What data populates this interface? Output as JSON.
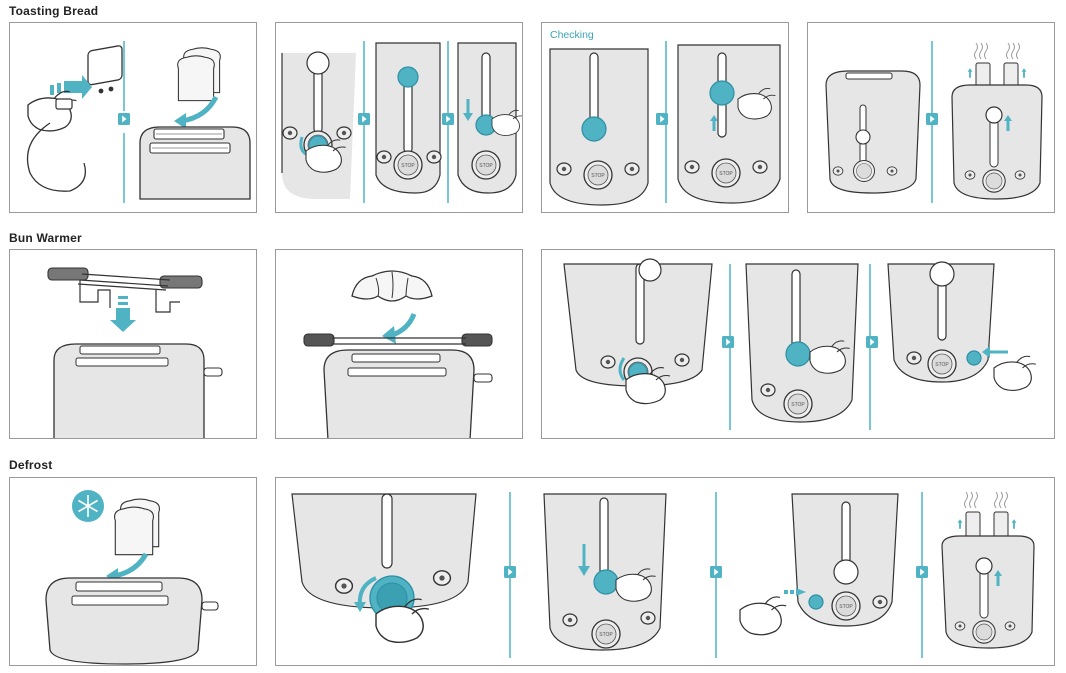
{
  "sections": {
    "toasting": {
      "title": "Toasting Bread",
      "checking_label": "Checking"
    },
    "bun": {
      "title": "Bun Warmer"
    },
    "defrost": {
      "title": "Defrost"
    }
  },
  "knob_text": "STOP",
  "colors": {
    "accent": "#4fb3c4",
    "accent_dark": "#2d8fa3",
    "line": "#333333",
    "gray_fill": "#e6e6e6",
    "border": "#9a9a9a"
  },
  "icons": [
    "plug-icon",
    "bread-icon",
    "arrow-right-icon",
    "snowflake-icon",
    "croissant-icon",
    "hand-icon",
    "knob-icon",
    "steam-icon"
  ]
}
